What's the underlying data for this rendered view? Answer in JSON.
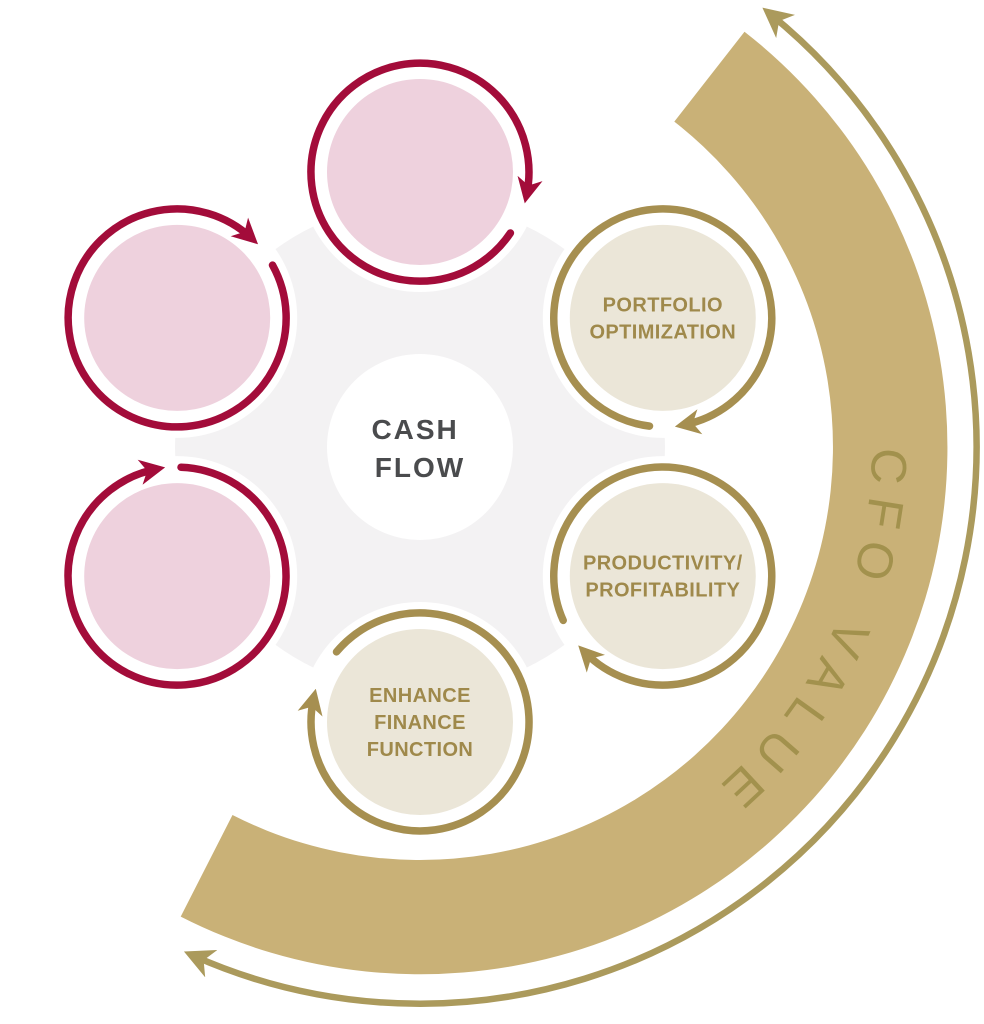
{
  "diagram": {
    "title_semantic": "CFO value cash-flow cycle diagram",
    "arc_label": "CFO VALUE",
    "center": {
      "label_lines": [
        "CASH",
        "FLOW"
      ]
    },
    "colors": {
      "background": "#ffffff",
      "big_circle": "#ffffff",
      "gray_ring": "#f3f2f3",
      "halo": "#ffffff",
      "pink_fill": "#eed1dd",
      "crimson_stroke": "#a30c3a",
      "beige_fill": "#ebe6d8",
      "gold_stroke": "#a68f50",
      "gold_text": "#9f894b",
      "tan_band": "#c9b177",
      "band_text": "#a2914d",
      "thin_arc": "#ab9a5c",
      "center_text": "#4a4b4d"
    },
    "nodes": [
      {
        "id": "cycle-top",
        "type": "pink",
        "angle": -90,
        "head": 12,
        "start": 34,
        "label_lines": []
      },
      {
        "id": "portfolio-optimization",
        "type": "gold",
        "angle": -28,
        "head": 79,
        "start": 97,
        "label_lines": [
          "PORTFOLIO",
          "OPTIMIZATION"
        ]
      },
      {
        "id": "productivity-profitability",
        "type": "gold",
        "angle": 28,
        "head": 136,
        "start": 156,
        "label_lines": [
          "PRODUCTIVITY/",
          "PROFITABILITY"
        ]
      },
      {
        "id": "enhance-finance-function",
        "type": "gold",
        "angle": 90,
        "head": 193,
        "start": 220,
        "label_lines": [
          "ENHANCE",
          "FINANCE",
          "FUNCTION"
        ]
      },
      {
        "id": "cycle-lower-left",
        "type": "pink",
        "angle": 152,
        "head": -101,
        "start": -88,
        "label_lines": []
      },
      {
        "id": "cycle-upper-left",
        "type": "pink",
        "angle": 208,
        "head": -47,
        "start": -29,
        "label_lines": []
      }
    ]
  }
}
